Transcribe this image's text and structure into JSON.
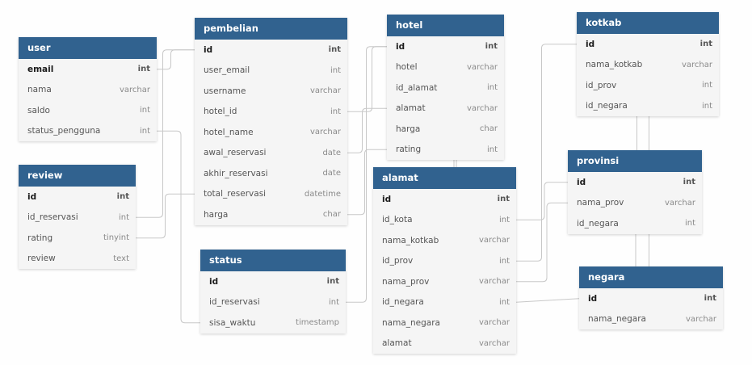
{
  "colors": {
    "header": "#31628f",
    "row_bg": "#f5f5f5",
    "connector": "#c8c8c8",
    "background": "#fefefe"
  },
  "tables": [
    {
      "id": "user",
      "name": "user",
      "columns": [
        {
          "name": "email",
          "type": "int",
          "pk": true
        },
        {
          "name": "nama",
          "type": "varchar"
        },
        {
          "name": "saldo",
          "type": "int"
        },
        {
          "name": "status_pengguna",
          "type": "int"
        }
      ]
    },
    {
      "id": "review",
      "name": "review",
      "columns": [
        {
          "name": "id",
          "type": "int",
          "pk": true
        },
        {
          "name": "id_reservasi",
          "type": "int"
        },
        {
          "name": "rating",
          "type": "tinyint"
        },
        {
          "name": "review",
          "type": "text"
        }
      ]
    },
    {
      "id": "pembelian",
      "name": "pembelian",
      "columns": [
        {
          "name": "id",
          "type": "int",
          "pk": true
        },
        {
          "name": "user_email",
          "type": "int"
        },
        {
          "name": "username",
          "type": "varchar"
        },
        {
          "name": "hotel_id",
          "type": "int"
        },
        {
          "name": "hotel_name",
          "type": "varchar"
        },
        {
          "name": "awal_reservasi",
          "type": "date"
        },
        {
          "name": "akhir_reservasi",
          "type": "date"
        },
        {
          "name": "total_reservasi",
          "type": "datetime"
        },
        {
          "name": "harga",
          "type": "char"
        }
      ]
    },
    {
      "id": "status",
      "name": "status",
      "columns": [
        {
          "name": "id",
          "type": "int",
          "pk": true
        },
        {
          "name": "id_reservasi",
          "type": "int"
        },
        {
          "name": "sisa_waktu",
          "type": "timestamp"
        }
      ]
    },
    {
      "id": "hotel",
      "name": "hotel",
      "columns": [
        {
          "name": "id",
          "type": "int",
          "pk": true
        },
        {
          "name": "hotel",
          "type": "varchar"
        },
        {
          "name": "id_alamat",
          "type": "int"
        },
        {
          "name": "alamat",
          "type": "varchar"
        },
        {
          "name": "harga",
          "type": "char"
        },
        {
          "name": "rating",
          "type": "int"
        }
      ]
    },
    {
      "id": "alamat",
      "name": "alamat",
      "columns": [
        {
          "name": "id",
          "type": "int",
          "pk": true
        },
        {
          "name": "id_kota",
          "type": "int"
        },
        {
          "name": "nama_kotkab",
          "type": "varchar"
        },
        {
          "name": "id_prov",
          "type": "int"
        },
        {
          "name": "nama_prov",
          "type": "varchar"
        },
        {
          "name": "id_negara",
          "type": "int"
        },
        {
          "name": "nama_negara",
          "type": "varchar"
        },
        {
          "name": "alamat",
          "type": "varchar"
        }
      ]
    },
    {
      "id": "kotkab",
      "name": "kotkab",
      "columns": [
        {
          "name": "id",
          "type": "int",
          "pk": true
        },
        {
          "name": "nama_kotkab",
          "type": "varchar"
        },
        {
          "name": "id_prov",
          "type": "int"
        },
        {
          "name": "id_negara",
          "type": "int"
        }
      ]
    },
    {
      "id": "provinsi",
      "name": "provinsi",
      "columns": [
        {
          "name": "id",
          "type": "int",
          "pk": true
        },
        {
          "name": "nama_prov",
          "type": "varchar"
        },
        {
          "name": "id_negara",
          "type": "int"
        }
      ]
    },
    {
      "id": "negara",
      "name": "negara",
      "columns": [
        {
          "name": "id",
          "type": "int",
          "pk": true
        },
        {
          "name": "nama_negara",
          "type": "varchar"
        }
      ]
    }
  ],
  "relations": [
    {
      "from": "pembelian.id",
      "to": "user.email"
    },
    {
      "from": "pembelian.id",
      "to": "review.id_reservasi"
    },
    {
      "from": "pembelian.total_reservasi",
      "to": "review.rating"
    },
    {
      "from": "user.status_pengguna",
      "to": "status.sisa_waktu"
    },
    {
      "from": "hotel.id",
      "to": "pembelian.hotel_id"
    },
    {
      "from": "hotel.alamat",
      "to": "pembelian.awal_reservasi"
    },
    {
      "from": "hotel.rating",
      "to": "pembelian.harga"
    },
    {
      "from": "hotel.id",
      "to": "status.id_reservasi"
    },
    {
      "from": "hotel.id_alamat",
      "to": "alamat.id"
    },
    {
      "from": "hotel.harga",
      "to": "alamat.alamat"
    },
    {
      "from": "kotkab.id",
      "to": "alamat.id_prov"
    },
    {
      "from": "kotkab.id_prov",
      "to": "provinsi.id"
    },
    {
      "from": "kotkab.id_negara",
      "to": "negara.id"
    },
    {
      "from": "provinsi.id",
      "to": "alamat.id_kota"
    },
    {
      "from": "provinsi.nama_prov",
      "to": "alamat.nama_prov"
    },
    {
      "from": "provinsi.id_negara",
      "to": "negara.nama_negara"
    },
    {
      "from": "negara.id",
      "to": "alamat.id_negara"
    }
  ]
}
